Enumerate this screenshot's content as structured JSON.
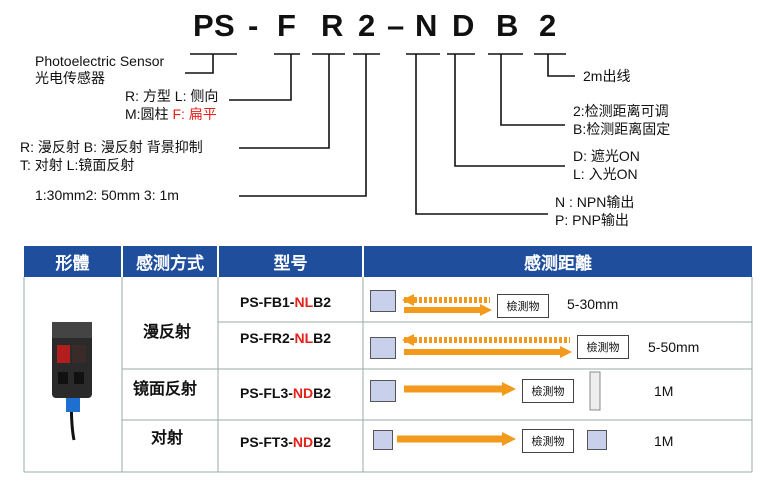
{
  "code": {
    "chars": [
      "P",
      "S",
      "-",
      "F",
      "R",
      "2",
      "–",
      "N",
      "D",
      "B",
      "2"
    ]
  },
  "labels": {
    "photo_en": "Photoelectric Sensor",
    "photo_cn": "光电传感器",
    "shape_line1": "R: 方型 L: 侧向",
    "shape_line2a": "M:圆柱 ",
    "shape_line2b": "F: 扁平",
    "mode_line1": "R: 漫反射  B: 漫反射 背景抑制",
    "mode_line2": "T: 对射      L:镜面反射",
    "distance_line": "1:30mm2: 50mm   3: 1m",
    "output_n": "N : NPN输出",
    "output_p": "P:   PNP输出",
    "light_d": "D: 遮光ON",
    "light_l": "L: 入光ON",
    "dist_2": "2:检测距离可调",
    "dist_b": "B:检测距离固定",
    "cable": "2m出线"
  },
  "table": {
    "headers": [
      "形體",
      "感测方式",
      "型号",
      "感测距離"
    ],
    "methods": [
      "漫反射",
      "镜面反射",
      "对射"
    ],
    "rows": [
      {
        "model_a": "PS-FB1-",
        "model_b": "NL",
        "model_c": "B2",
        "object": "檢測物",
        "distance": "5-30mm"
      },
      {
        "model_a": "PS-FR2-",
        "model_b": "NL",
        "model_c": "B2",
        "object": "檢測物",
        "distance": "5-50mm"
      },
      {
        "model_a": "PS-FL3-",
        "model_b": "ND",
        "model_c": "B2",
        "object": "檢測物",
        "distance": "1M"
      },
      {
        "model_a": "PS-FT3-",
        "model_b": "ND",
        "model_c": "B2",
        "object": "檢測物",
        "distance": "1M"
      }
    ]
  },
  "colors": {
    "header_bg": "#1f4e9c",
    "arrow": "#f39a1c",
    "red": "#e8201a",
    "sensor_box": "#c8d0ec"
  }
}
